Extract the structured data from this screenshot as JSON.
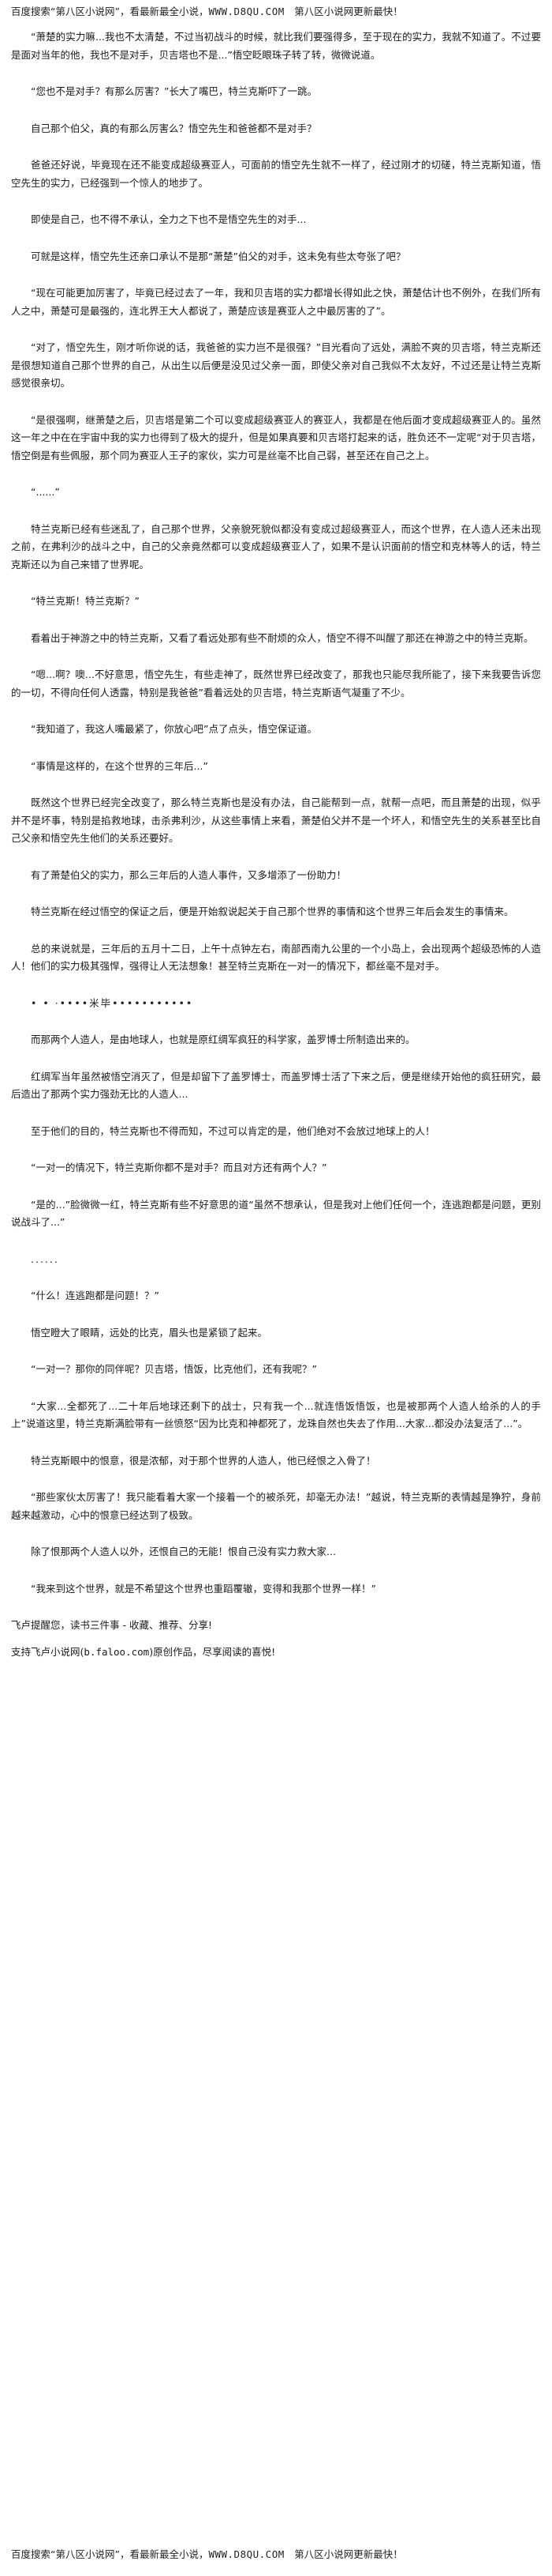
{
  "banner": {
    "left": "百度搜索“第八区小说网”，看最新最全小说，",
    "url": "WWW.D8QU.COM",
    "right": "第八区小说网更新最快！"
  },
  "paragraphs": [
    "“萧楚的实力嘛...我也不太清楚，不过当初战斗的时候，就比我们要强得多，至于现在的实力，我就不知道了。不过要是面对当年的他，我也不是对手，贝吉塔也不是...”悟空眨眼珠子转了转，微微说道。",
    "“您也不是对手？有那么厉害？”长大了嘴巴，特兰克斯吓了一跳。",
    "自己那个伯父，真的有那么厉害么？悟空先生和爸爸都不是对手？",
    "爸爸还好说，毕竟现在还不能变成超级赛亚人，可面前的悟空先生就不一样了，经过刚才的切磋，特兰克斯知道，悟空先生的实力，已经强到一个惊人的地步了。",
    "即使是自己，也不得不承认，全力之下也不是悟空先生的对手...",
    "可就是这样，悟空先生还亲口承认不是那“萧楚”伯父的对手，这未免有些太夸张了吧？",
    "“现在可能更加厉害了，毕竟已经过去了一年，我和贝吉塔的实力都增长得如此之快，萧楚估计也不例外，在我们所有人之中，萧楚可是最强的，连北界王大人都说了，萧楚应该是赛亚人之中最厉害的了”。",
    "“对了，悟空先生，刚才听你说的话，我爸爸的实力岂不是很强？”目光看向了远处，满脸不爽的贝吉塔，特兰克斯还是很想知道自己那个世界的自己，从出生以后便是没见过父亲一面，即使父亲对自己我似不太友好，不过还是让特兰克斯感觉很亲切。",
    "“是很强啊，继萧楚之后，贝吉塔是第二个可以变成超级赛亚人的赛亚人，我都是在他后面才变成超级赛亚人的。虽然这一年之中在在宇宙中我的实力也得到了极大的提升，但是如果真要和贝吉塔打起来的话，胜负还不一定呢“对于贝吉塔，悟空倒是有些佩服，那个同为赛亚人王子的家伙，实力可是丝毫不比自己弱，甚至还在自己之上。",
    "“......”",
    "特兰克斯已经有些迷乱了，自己那个世界，父亲貌死貌似都没有变成过超级赛亚人，而这个世界，在人造人还未出现之前，在弗利沙的战斗之中，自己的父亲竟然都可以变成超级赛亚人了，如果不是认识面前的悟空和克林等人的话，特兰克斯还以为自己来错了世界呢。",
    "“特兰克斯！特兰克斯？”",
    "看着出于神游之中的特兰克斯，又看了看远处那有些不耐烦的众人，悟空不得不叫醒了那还在神游之中的特兰克斯。",
    "“嗯...啊？噢...不好意思，悟空先生，有些走神了，既然世界已经改变了，那我也只能尽我所能了，接下来我要告诉您的一切，不得向任何人透露，特别是我爸爸”看着远处的贝吉塔，特兰克斯语气凝重了不少。",
    "“我知道了，我这人嘴最紧了，你放心吧”点了点头，悟空保证道。",
    "“事情是这样的，在这个世界的三年后...”",
    "既然这个世界已经完全改变了，那么特兰克斯也是没有办法，自己能帮到一点，就帮一点吧，而且萧楚的出现，似乎并不是坏事，特别是掐救地球，击杀弗利沙，从这些事情上来看，萧楚伯父并不是一个坏人，和悟空先生的关系甚至比自己父亲和悟空先生他们的关系还要好。",
    "有了萧楚伯父的实力，那么三年后的人造人事件，又多增添了一份助力！",
    "特兰克斯在经过悟空的保证之后，便是开始叙说起关于自己那个世界的事情和这个世界三年后会发生的事情来。",
    "总的来说就是，三年后的五月十二日，上午十点钟左右，南部西南九公里的一个小岛上，会出现两个超级恐怖的人造人！他们的实力极其强悍，强得让人无法想象！甚至特兰克斯在一对一的情况下，都丝毫不是对手。",
    "• • ·••••米毕•••••••••••",
    "而那两个人造人，是由地球人，也就是原红绸军疯狂的科学家，盖罗博士所制造出来的。",
    "红绸军当年虽然被悟空消灭了，但是却留下了盖罗博士，而盖罗博士活了下来之后，便是继续开始他的疯狂研究，最后造出了那两个实力强劲无比的人造人...",
    "至于他们的目的，特兰克斯也不得而知，不过可以肯定的是，他们绝对不会放过地球上的人！",
    "“一对一的情况下，特兰克斯你都不是对手？而且对方还有两个人？”",
    "“是的...”脸微微一红，特兰克斯有些不好意思的道“虽然不想承认，但是我对上他们任何一个，连逃跑都是问题，更别说战斗了...”",
    "......",
    "“什么！连逃跑都是问题！？”",
    "悟空瞪大了眼睛，远处的比克，眉头也是紧锁了起来。",
    "“一对一？那你的同伴呢？贝吉塔，悟饭，比克他们，还有我呢？”",
    "“大家...全都死了...二十年后地球还剩下的战士，只有我一个...就连悟饭悟饭，也是被那两个人造人给杀的人的手上”说道这里，特兰克斯满脸带有一丝愤怒“因为比克和神都死了，龙珠自然也失去了作用...大家...都没办法复活了...”。",
    "特兰克斯眼中的恨意，很是浓郁，对于那个世界的人造人，他已经恨之入骨了！",
    "“那些家伙太厉害了！我只能看着大家一个接着一个的被杀死，却毫无办法！”越说，特兰克斯的表情越是狰狞，身前越来越激动，心中的恨意已经达到了极致。",
    "除了恨那两个人造人以外，还恨自己的无能！恨自己没有实力救大家...",
    "“我来到这个世界，就是不希望这个世界也重蹈覆辙，变得和我那个世界一样！”"
  ],
  "footer": {
    "line1": "飞卢提醒您，读书三件事 - 收藏、推荐、分享!",
    "line2_prefix": "支持飞卢小说网(",
    "line2_url": "b.faloo.com",
    "line2_suffix": ")原创作品，尽享阅读的喜悦!"
  }
}
